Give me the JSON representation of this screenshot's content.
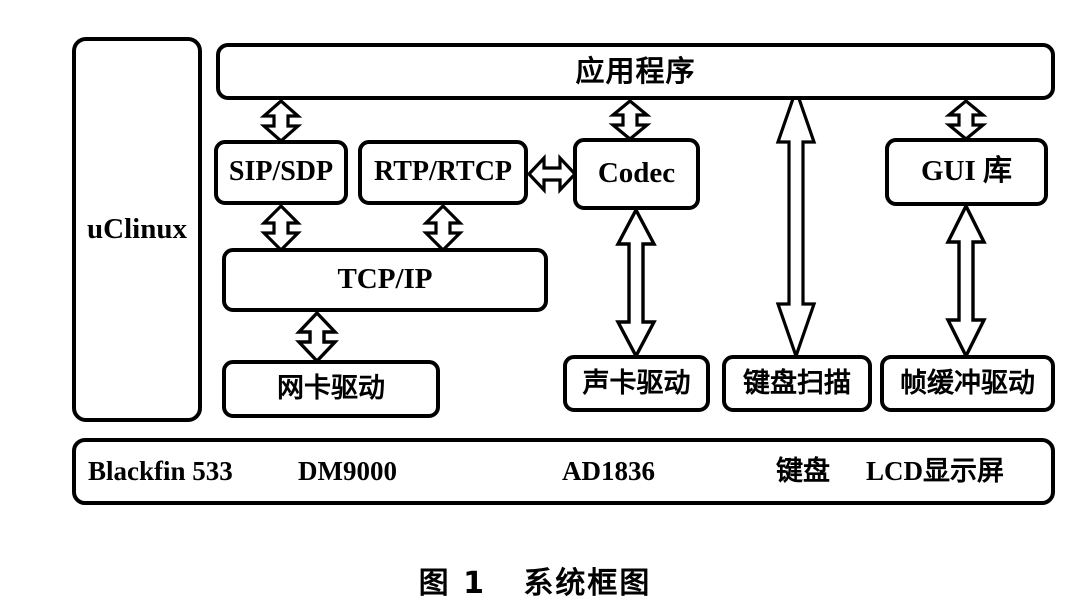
{
  "figure": {
    "caption": "图 1   系统框图",
    "caption_number": "图 1",
    "caption_title": "系统框图"
  },
  "blocks": {
    "os": {
      "label": "uClinux",
      "kind": "operating-system"
    },
    "application": {
      "label": "应用程序",
      "kind": "application-layer"
    },
    "sip_sdp": {
      "label": "SIP/SDP",
      "kind": "protocol"
    },
    "rtp_rtcp": {
      "label": "RTP/RTCP",
      "kind": "protocol"
    },
    "codec": {
      "label": "Codec",
      "kind": "codec"
    },
    "gui_lib": {
      "label": "GUI 库",
      "kind": "library"
    },
    "tcp_ip": {
      "label": "TCP/IP",
      "kind": "protocol-stack"
    },
    "nic_driver": {
      "label": "网卡驱动",
      "kind": "driver"
    },
    "sound_driver": {
      "label": "声卡驱动",
      "kind": "driver"
    },
    "keyboard_scan": {
      "label": "键盘扫描",
      "kind": "driver"
    },
    "framebuffer_driver": {
      "label": "帧缓冲驱动",
      "kind": "driver"
    }
  },
  "hardware": {
    "items": [
      {
        "label": "Blackfin 533",
        "script": "en"
      },
      {
        "label": "DM9000",
        "script": "en"
      },
      {
        "label": "AD1836",
        "script": "en"
      },
      {
        "label": "键盘",
        "script": "cn"
      },
      {
        "label": "LCD显示屏",
        "script": "mix",
        "en_part": "LCD",
        "cn_part": "显示屏"
      }
    ]
  },
  "connections": [
    {
      "from": "application",
      "to": "sip_sdp",
      "type": "bidirectional"
    },
    {
      "from": "application",
      "to": "codec",
      "type": "bidirectional"
    },
    {
      "from": "application",
      "to": "keyboard_scan",
      "type": "bidirectional"
    },
    {
      "from": "application",
      "to": "gui_lib",
      "type": "bidirectional"
    },
    {
      "from": "rtp_rtcp",
      "to": "codec",
      "type": "bidirectional"
    },
    {
      "from": "sip_sdp",
      "to": "tcp_ip",
      "type": "bidirectional"
    },
    {
      "from": "rtp_rtcp",
      "to": "tcp_ip",
      "type": "bidirectional"
    },
    {
      "from": "tcp_ip",
      "to": "nic_driver",
      "type": "bidirectional"
    },
    {
      "from": "codec",
      "to": "sound_driver",
      "type": "bidirectional"
    },
    {
      "from": "gui_lib",
      "to": "framebuffer_driver",
      "type": "bidirectional"
    }
  ],
  "colors": {
    "stroke": "#000000",
    "background": "#ffffff",
    "fill": "#ffffff"
  }
}
